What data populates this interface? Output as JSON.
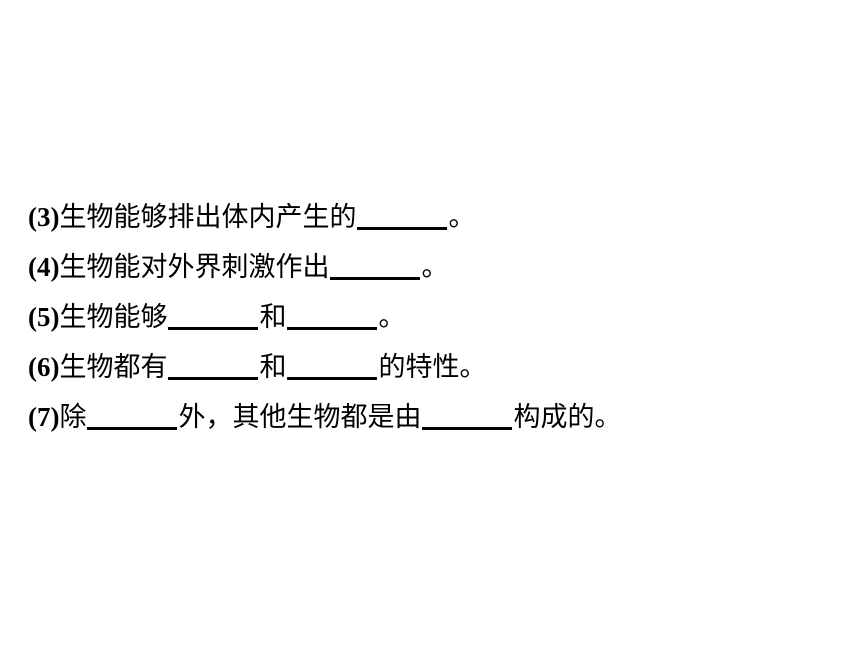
{
  "lines": [
    {
      "num": "(3)",
      "parts": [
        "生物能够排出体内产生的",
        "。"
      ]
    },
    {
      "num": "(4)",
      "parts": [
        "生物能对外界刺激作出",
        "。"
      ]
    },
    {
      "num": "(5)",
      "parts": [
        "生物能够",
        "和",
        "。"
      ]
    },
    {
      "num": "(6)",
      "parts": [
        "生物都有",
        "和",
        "的特性。"
      ]
    },
    {
      "num": "(7)",
      "parts": [
        "除",
        "外，其他生物都是由",
        "构成的。"
      ]
    }
  ]
}
